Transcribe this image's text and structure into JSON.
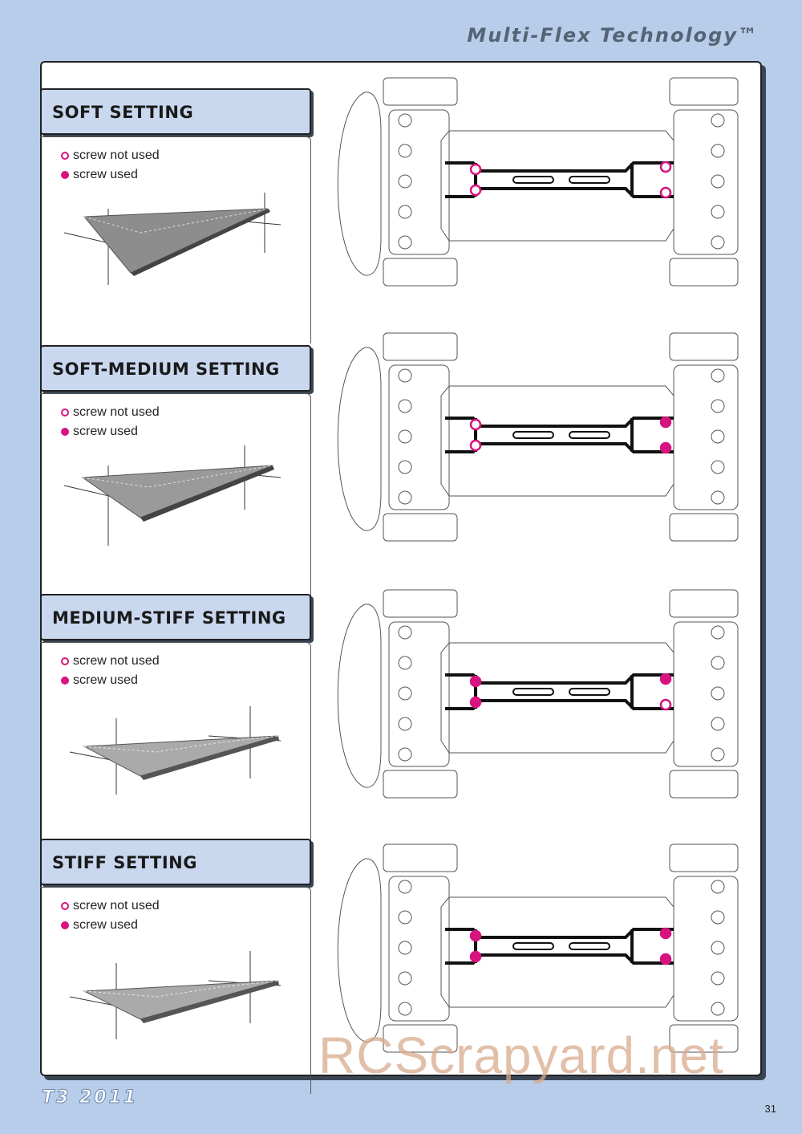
{
  "header": {
    "title": "Multi-Flex Technology™"
  },
  "legend": {
    "not_used": "screw not used",
    "used": "screw used"
  },
  "settings": [
    {
      "title": "SOFT SETTING",
      "front_used": [
        false,
        false
      ],
      "rear_used": [
        false,
        false
      ]
    },
    {
      "title": "SOFT-MEDIUM SETTING",
      "front_used": [
        false,
        false
      ],
      "rear_used": [
        true,
        true
      ]
    },
    {
      "title": "MEDIUM-STIFF SETTING",
      "front_used": [
        true,
        true
      ],
      "rear_used": [
        true,
        false
      ]
    },
    {
      "title": "STIFF SETTING",
      "front_used": [
        true,
        true
      ],
      "rear_used": [
        true,
        true
      ]
    }
  ],
  "colors": {
    "accent": "#d6137f",
    "page_bg": "#b7cdea",
    "header_bg": "#c9d8ef"
  },
  "footer": {
    "model_logo": "T3 2011",
    "page_number": "31",
    "watermark": "RCScrapyard.net"
  }
}
